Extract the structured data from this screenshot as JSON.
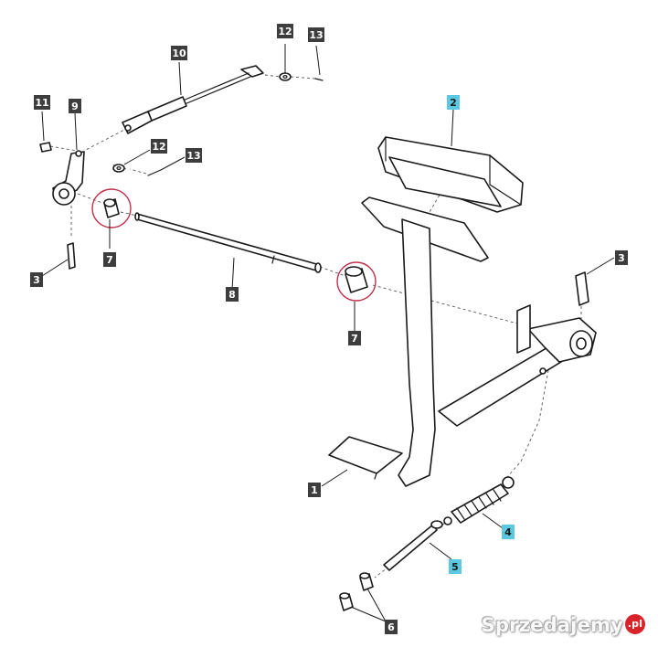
{
  "labels": [
    {
      "id": "l12a",
      "text": "12",
      "style": "dark"
    },
    {
      "id": "l13a",
      "text": "13",
      "style": "dark"
    },
    {
      "id": "l10",
      "text": "10",
      "style": "dark"
    },
    {
      "id": "l11",
      "text": "11",
      "style": "dark"
    },
    {
      "id": "l9",
      "text": "9",
      "style": "dark"
    },
    {
      "id": "l12b",
      "text": "12",
      "style": "dark"
    },
    {
      "id": "l13b",
      "text": "13",
      "style": "dark"
    },
    {
      "id": "l2",
      "text": "2",
      "style": "cyan"
    },
    {
      "id": "l7a",
      "text": "7",
      "style": "dark"
    },
    {
      "id": "l3a",
      "text": "3",
      "style": "dark"
    },
    {
      "id": "l8",
      "text": "8",
      "style": "dark"
    },
    {
      "id": "l3b",
      "text": "3",
      "style": "dark"
    },
    {
      "id": "l7b",
      "text": "7",
      "style": "dark"
    },
    {
      "id": "l1",
      "text": "1",
      "style": "dark"
    },
    {
      "id": "l4",
      "text": "4",
      "style": "cyan"
    },
    {
      "id": "l5",
      "text": "5",
      "style": "cyan"
    },
    {
      "id": "l6",
      "text": "6",
      "style": "dark"
    }
  ],
  "colors": {
    "dark": "#3d3d3d",
    "cyan": "#5bc8e0",
    "highlight": "#c2304a"
  },
  "watermark": {
    "text": "Sprzedajemy",
    "badge": ".pl"
  }
}
